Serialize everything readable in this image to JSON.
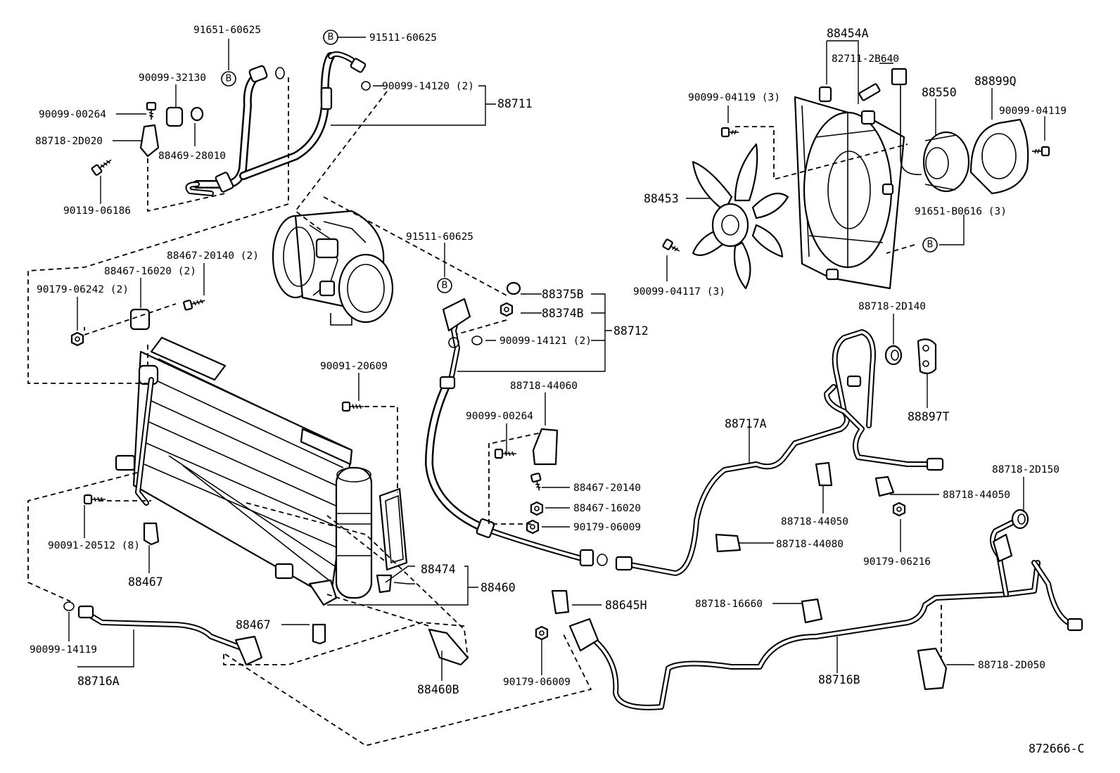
{
  "figure_ref": "872666-C",
  "marker_letter": "B",
  "labels": {
    "p91651_60625": "91651-60625",
    "p91511_60625_top": "91511-60625",
    "p90099_32130": "90099-32130",
    "p90099_14120": "90099-14120 (2)",
    "p88711": "88711",
    "p90099_00264_top": "90099-00264",
    "p88718_2D020": "88718-2D020",
    "p88469_28010": "88469-28010",
    "p90119_06186": "90119-06186",
    "p88454A": "88454A",
    "p82711_2B640": "82711-2B640",
    "p90099_04119_3": "90099-04119 (3)",
    "p88550": "88550",
    "p88899Q": "88899Q",
    "p90099_04119": "90099-04119",
    "p88453": "88453",
    "p91651_B0616": "91651-B0616 (3)",
    "p90099_04117": "90099-04117 (3)",
    "p88467_20140_2": "88467-20140 (2)",
    "p88467_16020_2": "88467-16020 (2)",
    "p90179_06242": "90179-06242 (2)",
    "p91511_60625_mid": "91511-60625",
    "p88375B": "88375B",
    "p88374B": "88374B",
    "p88712": "88712",
    "p90099_14121": "90099-14121 (2)",
    "p88718_2D140": "88718-2D140",
    "p88897T": "88897T",
    "p90091_20609": "90091-20609",
    "p88718_44060": "88718-44060",
    "p90099_00264_mid": "90099-00264",
    "p88717A": "88717A",
    "p88467_20140": "88467-20140",
    "p88467_16020": "88467-16020",
    "p90179_06009_mid": "90179-06009",
    "p88718_44050_a": "88718-44050",
    "p88718_44050_b": "88718-44050",
    "p88718_2D150": "88718-2D150",
    "p88718_44080": "88718-44080",
    "p90179_06216": "90179-06216",
    "p90091_20512": "90091-20512 (8)",
    "p88467_a": "88467",
    "p88474": "88474",
    "p88460": "88460",
    "p88645H": "88645H",
    "p88718_16660": "88718-16660",
    "p88467_b": "88467",
    "p90099_14119": "90099-14119",
    "p88716A": "88716A",
    "p88460B": "88460B",
    "p90179_06009_bot": "90179-06009",
    "p88716B": "88716B",
    "p88718_2D050": "88718-2D050"
  },
  "icons": {
    "marker": "circle-letter-icon",
    "fan": "fan-blade-icon",
    "motor": "fan-motor-icon",
    "compressor": "compressor-icon",
    "condenser": "condenser-icon",
    "bolt": "bolt-icon",
    "oring": "o-ring-icon"
  }
}
